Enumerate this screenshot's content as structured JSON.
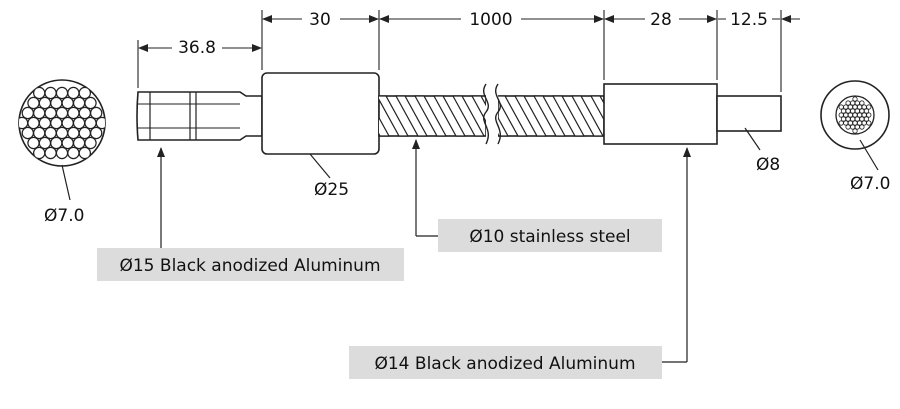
{
  "dimensions": {
    "length_a": "36.8",
    "length_b": "30",
    "length_c": "1000",
    "length_d": "28",
    "length_e": "12.5"
  },
  "diameter_labels": {
    "left_bundle": "Ø7.0",
    "collar": "Ø25",
    "end_pin": "Ø8",
    "right_bundle": "Ø7.0"
  },
  "callouts": {
    "handle_material": "Ø15 Black anodized Aluminum",
    "shaft_material": "Ø10 stainless steel",
    "sleeve_material": "Ø14 Black anodized Aluminum"
  },
  "colors": {
    "line": "#222222",
    "label_bg": "#dcdcdc",
    "part_fill": "#ffffff"
  }
}
